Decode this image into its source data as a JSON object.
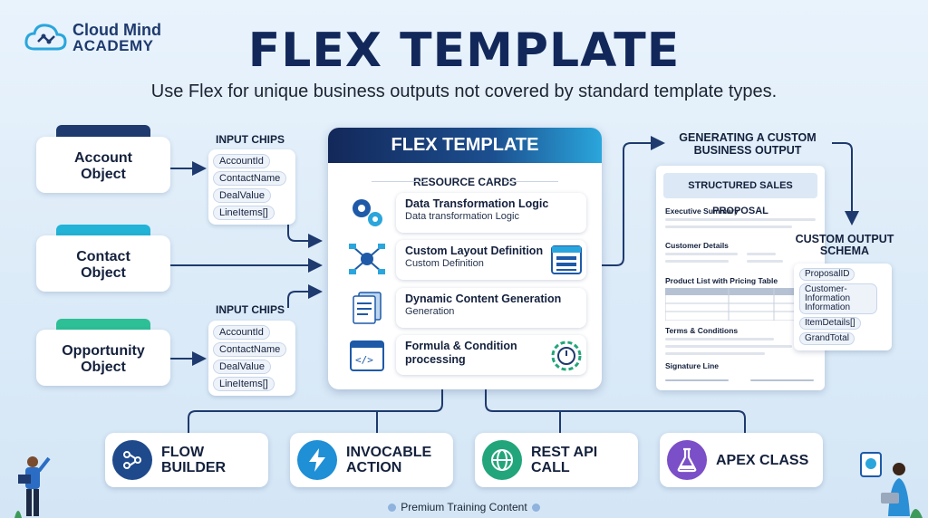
{
  "brand": {
    "line1": "Cloud Mind",
    "line2": "ACADEMY"
  },
  "title": "FLEX TEMPLATE",
  "subtitle": "Use Flex for unique business outputs not covered by standard template types.",
  "objects": [
    {
      "label": "Account\nObject",
      "tab_color": "#1e3a6e"
    },
    {
      "label": "Contact\nObject",
      "tab_color": "#22b3d6"
    },
    {
      "label": "Opportunity\nObject",
      "tab_color": "#2dbf95"
    }
  ],
  "input_chips": [
    {
      "title": "INPUT CHIPS",
      "chips": [
        "AccountId",
        "ContactName",
        "DealValue",
        "LineItems[]"
      ]
    },
    {
      "title": "INPUT CHIPS",
      "chips": [
        "AccountId",
        "ContactName",
        "DealValue",
        "LineItems[]"
      ]
    }
  ],
  "flex_card": {
    "header": "FLEX TEMPLATE",
    "resource_title": "RESOURCE CARDS",
    "resources": [
      {
        "title": "Data Transformation Logic",
        "sub": "Data transformation Logic",
        "icon": "gears-icon"
      },
      {
        "title": "Custom Layout Definition",
        "sub": "Custom Definition",
        "icon": "network-icon"
      },
      {
        "title": "Dynamic Content Generation",
        "sub": "Generation",
        "icon": "documents-icon"
      },
      {
        "title": "Formula & Condition processing",
        "sub": "",
        "icon": "code-window-icon"
      }
    ]
  },
  "output": {
    "title": "GENERATING A CUSTOM BUSINESS OUTPUT",
    "doc_header": "STRUCTURED SALES PROPOSAL",
    "sections": [
      "Executive Summary",
      "Customer Details",
      "Product List with Pricing Table",
      "Terms & Conditions",
      "Signature Line"
    ]
  },
  "schema": {
    "title": "CUSTOM OUTPUT SCHEMA",
    "fields": [
      "ProposalID",
      "Customer-Information Information",
      "ItemDetails[]",
      "GrandTotal"
    ]
  },
  "actions": [
    {
      "label": "FLOW BUILDER",
      "icon": "flow-icon",
      "color": "#1e4a8c"
    },
    {
      "label": "INVOCABLE ACTION",
      "icon": "lightning-icon",
      "color": "#1f8fd6"
    },
    {
      "label": "REST API CALL",
      "icon": "globe-icon",
      "color": "#22a57a"
    },
    {
      "label": "APEX CLASS",
      "icon": "flask-icon",
      "color": "#7b4fc7"
    }
  ],
  "footer": "Premium Training Content"
}
